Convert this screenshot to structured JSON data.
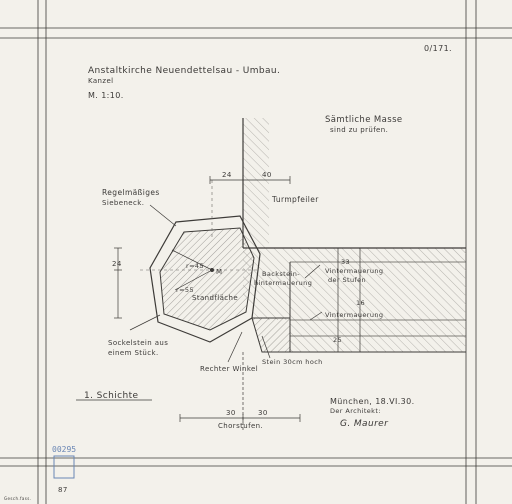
{
  "drawing": {
    "sheet_number": "0/171.",
    "title": "Anstaltkirche Neuendettelsau - Umbau.",
    "subtitle": "Kanzel",
    "scale": "M. 1:10.",
    "note_line1": "Sämtliche Masse",
    "note_line2": "sind zu prüfen.",
    "dim_left_top": "24",
    "dim_right_top": "40",
    "label_turmpfeiler": "Turmpfeiler",
    "label_regelmaessiges_line1": "Regelmäßiges",
    "label_regelmaessiges_line2": "Siebeneck.",
    "dim_vertical_left": "24",
    "label_45": "r=45",
    "label_55": "r=55",
    "label_m": "M",
    "label_standflaeche": "Standfläche",
    "label_backstein_line1": "Backstein-",
    "label_backstein_line2": "hintermauerung",
    "label_vintermauerung_line1": "Vintermauerung",
    "label_vintermauerung_line2": "der Stufen",
    "label_vintermauerung2": "Vintermauerung",
    "dim_33": "33",
    "dim_16": "16",
    "dim_25": "25",
    "label_sockelstein_line1": "Sockelstein aus",
    "label_sockelstein_line2": "einem Stück.",
    "label_stein": "Stein 30cm hoch",
    "label_rechter_winkel": "Rechter Winkel",
    "label_schichte": "1. Schichte",
    "date_line": "München, 18.VI.30.",
    "architect_line": "Der Architekt:",
    "signature": "G. Maurer",
    "dim_bottom_left": "30",
    "dim_bottom_right": "30",
    "label_chorstufen": "Chorstufen.",
    "archive_number": "00295",
    "corner_mark": "87",
    "bottom_left_tiny": "Gesch.fass."
  }
}
